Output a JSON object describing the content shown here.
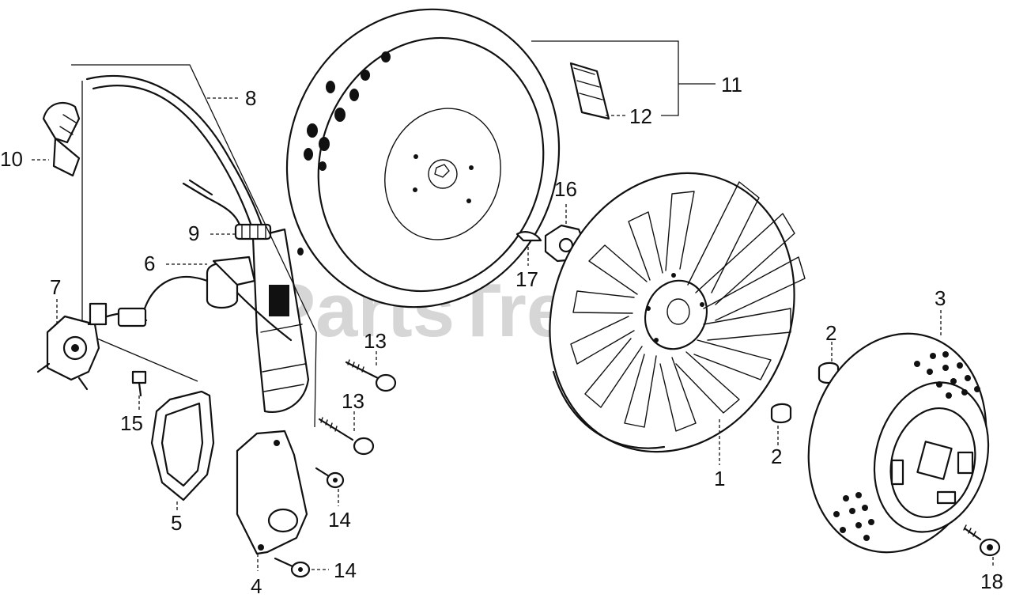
{
  "watermark": "PartsTree",
  "callouts": {
    "p1": "1",
    "p2a": "2",
    "p2b": "2",
    "p3": "3",
    "p4": "4",
    "p5": "5",
    "p6": "6",
    "p7": "7",
    "p8": "8",
    "p9": "9",
    "p10": "10",
    "p11": "11",
    "p12": "12",
    "p13a": "13",
    "p13b": "13",
    "p14a": "14",
    "p14b": "14",
    "p15": "15",
    "p16": "16",
    "p17": "17",
    "p18": "18"
  }
}
